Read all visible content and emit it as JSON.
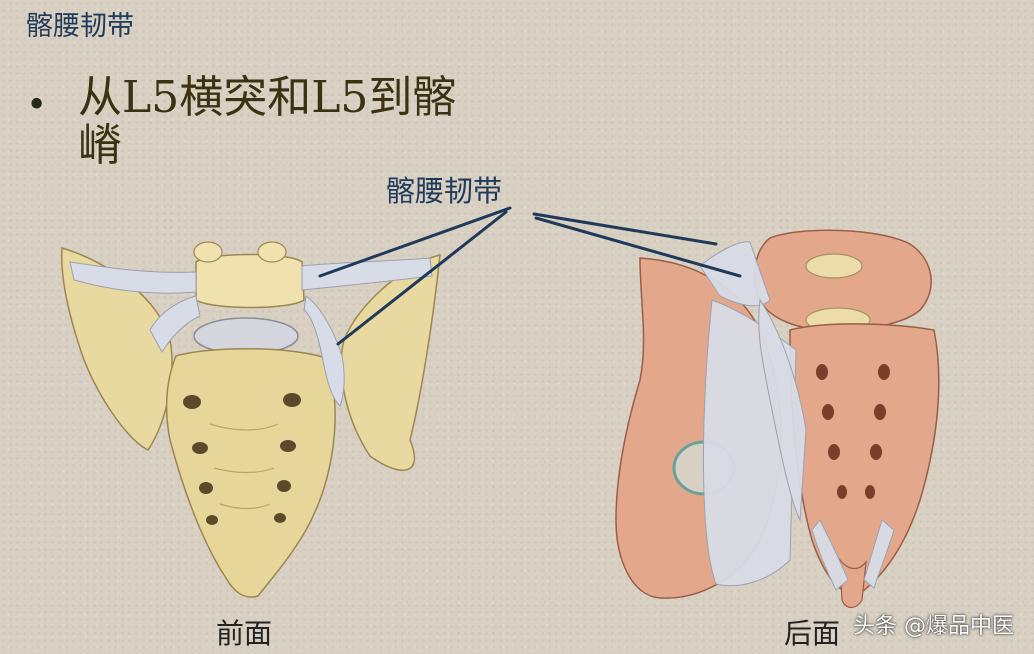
{
  "slide": {
    "title": "髂腰韧带",
    "bullet": "从L5横突和L5到髂嵴"
  },
  "figure": {
    "callout_label": "髂腰韧带",
    "front_caption": "前面",
    "back_caption": "后面"
  },
  "watermark": {
    "text": "头条 @爆品中医"
  },
  "colors": {
    "background": "#d8d0c2",
    "title_blue": "#1f3a5a",
    "bone_yellow": "#e8d9a0",
    "bone_pink": "#e3a88c",
    "ligament": "#d8dce6",
    "leader_line": "#1f3a5a"
  }
}
